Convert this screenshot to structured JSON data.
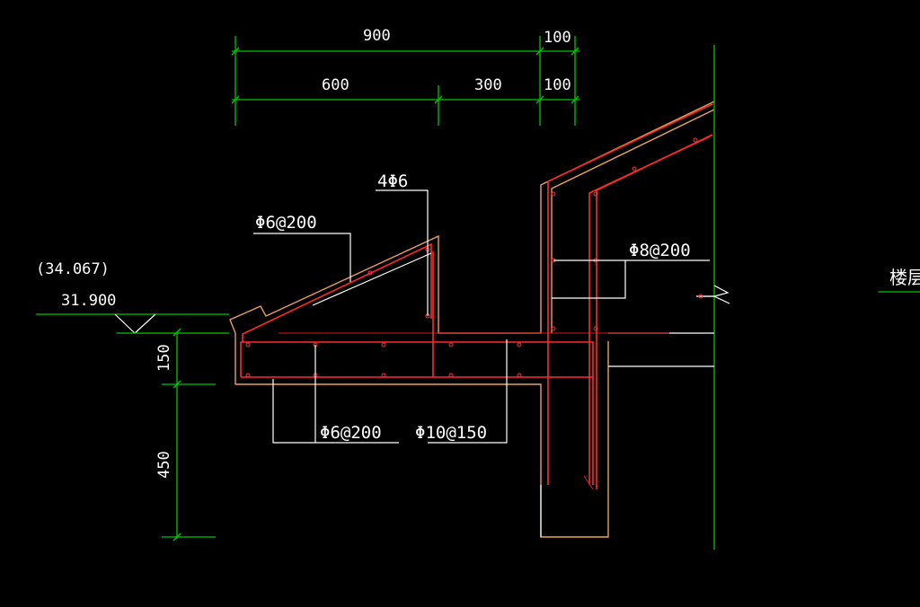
{
  "dimensions": {
    "top_total": "900",
    "top_right_1": "100",
    "bottom_left": "600",
    "bottom_mid": "300",
    "top_right_2": "100",
    "vertical_upper": "150",
    "vertical_lower": "450"
  },
  "elevation": {
    "reference": "(34.067)",
    "value": "31.900"
  },
  "rebar_labels": {
    "slope_bars": "Φ6@200",
    "top_bars": "4Φ6",
    "wall_bars": "Φ8@200",
    "bottom_dist": "Φ6@200",
    "bottom_main": "Φ10@150"
  },
  "side_label": "楼层",
  "colors": {
    "background": "#000000",
    "dimension_lines": "#00c800",
    "concrete_outline": "#e8a060",
    "rebar": "#ff2a2a",
    "leader_lines": "#ffffff"
  }
}
